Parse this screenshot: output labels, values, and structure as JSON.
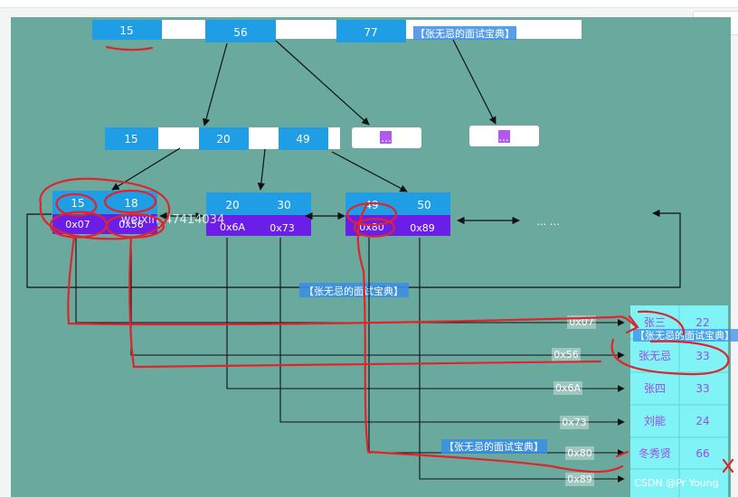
{
  "root": {
    "keys": [
      "15",
      "56",
      "77"
    ]
  },
  "mid": {
    "keys": [
      "15",
      "20",
      "49"
    ]
  },
  "placeholders": [
    "...",
    "..."
  ],
  "leaves": [
    {
      "keys": [
        "15",
        "18"
      ],
      "pointers": [
        "0x07",
        "0x56"
      ]
    },
    {
      "keys": [
        "20",
        "30"
      ],
      "pointers": [
        "0x6A",
        "0x73"
      ]
    },
    {
      "keys": [
        "49",
        "50"
      ],
      "pointers": [
        "0x80",
        "0x89"
      ]
    }
  ],
  "leaf_continuation": "… …",
  "pointer_labels": [
    "0x07",
    "0x56",
    "0x6A",
    "0x73",
    "0x80",
    "0x89"
  ],
  "table_rows": [
    {
      "name": "张三",
      "age": "22"
    },
    {
      "name": "张无忌",
      "age": "33"
    },
    {
      "name": "张四",
      "age": "33"
    },
    {
      "name": "刘能",
      "age": "24"
    },
    {
      "name": "冬秀贤",
      "age": "66"
    },
    {
      "name": "",
      "age": ""
    }
  ],
  "watermarks": {
    "brand": "【张无忌的面试宝典】",
    "user": "weixin_47414034",
    "footer": "CSDN @Pr Young"
  },
  "colors": {
    "background": "#6aa99e",
    "key_cell": "#1f9ee6",
    "pointer_cell": "#6a1ee8",
    "table_cell": "#80f3f6",
    "table_text": "#9b4de0",
    "annotation": "#e0242c",
    "placeholder_dot": "#b158ee"
  }
}
